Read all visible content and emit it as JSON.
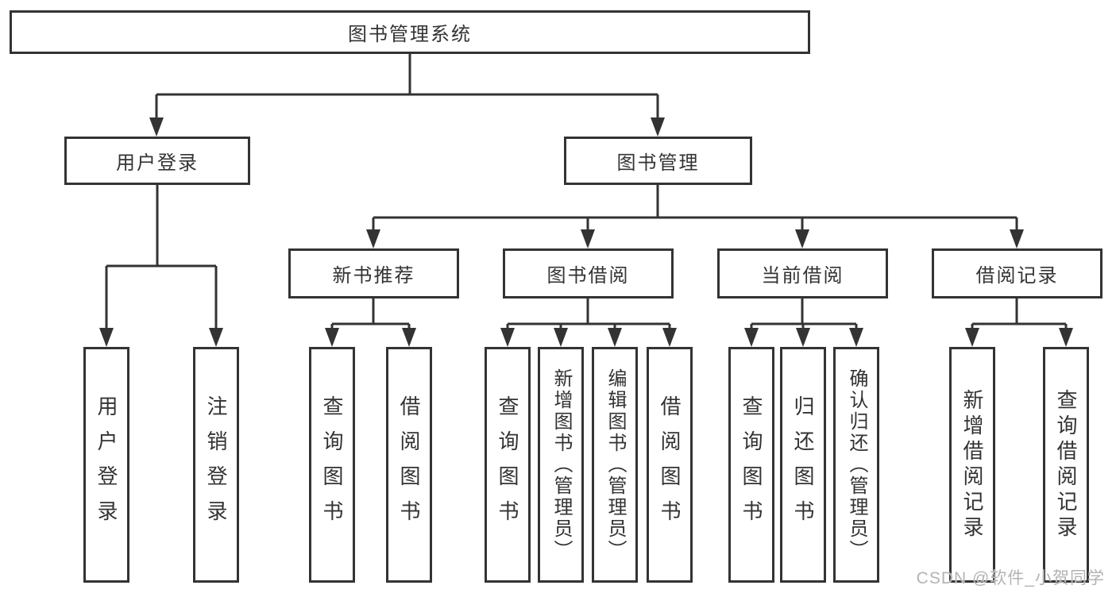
{
  "diagram": {
    "root": {
      "label": "图书管理系统"
    },
    "level2": [
      {
        "label": "用户登录"
      },
      {
        "label": "图书管理"
      }
    ],
    "level3": [
      {
        "label": "新书推荐"
      },
      {
        "label": "图书借阅"
      },
      {
        "label": "当前借阅"
      },
      {
        "label": "借阅记录"
      }
    ],
    "leaves": {
      "user_login": [
        {
          "label": "用户登录"
        },
        {
          "label": "注销登录"
        }
      ],
      "new_book_recommend": [
        {
          "label": "查询图书"
        },
        {
          "label": "借阅图书"
        }
      ],
      "book_borrow": [
        {
          "label": "查询图书"
        },
        {
          "label": "新增图书（管理员）"
        },
        {
          "label": "编辑图书（管理员）"
        },
        {
          "label": "借阅图书"
        }
      ],
      "current_borrow": [
        {
          "label": "查询图书"
        },
        {
          "label": "归还图书"
        },
        {
          "label": "确认归还（管理员）"
        }
      ],
      "borrow_record": [
        {
          "label": "新增借阅记录"
        },
        {
          "label": "查询借阅记录"
        }
      ]
    },
    "watermark": "CSDN @软件_小贺同学",
    "colors": {
      "line": "#333333",
      "text": "#333333",
      "background": "#ffffff",
      "watermark": "#b3b3b3"
    }
  }
}
